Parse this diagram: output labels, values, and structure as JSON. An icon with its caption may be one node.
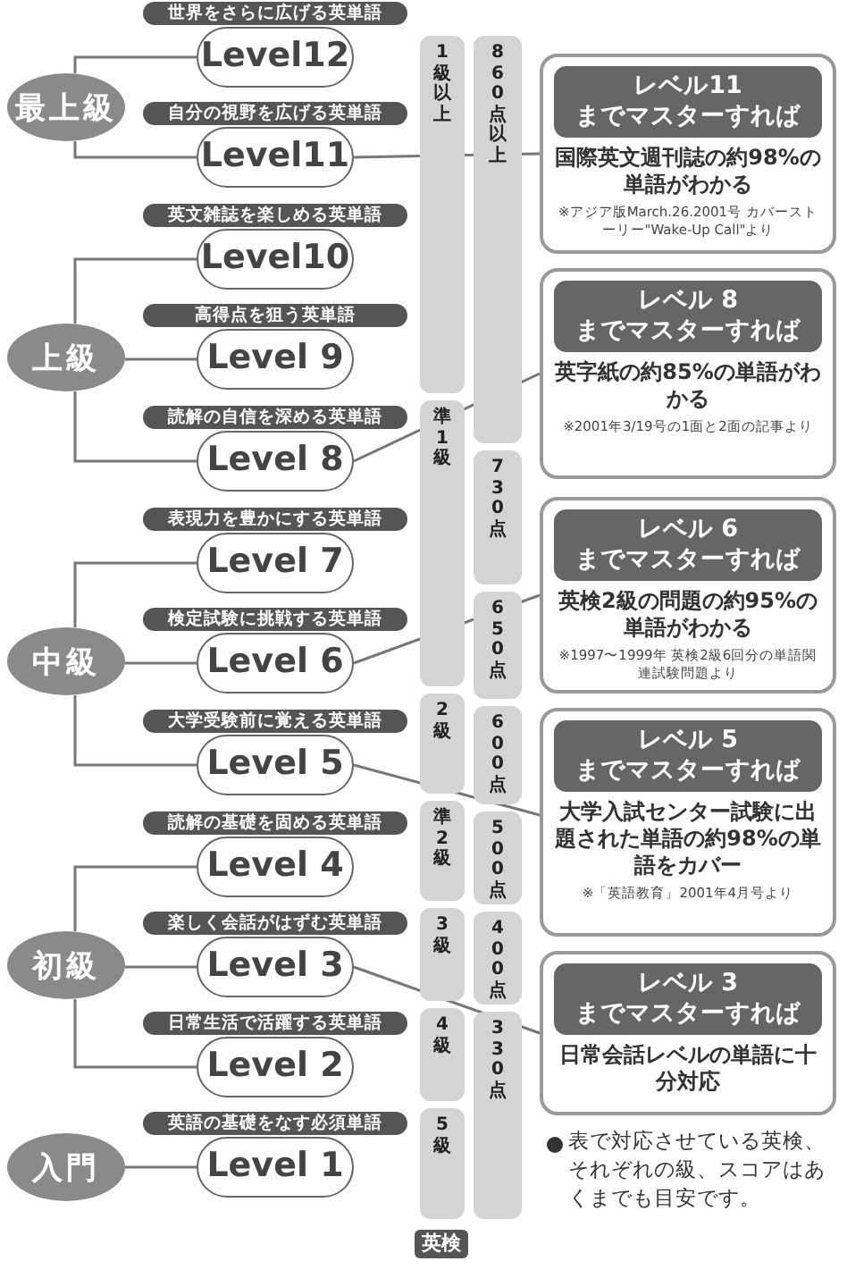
{
  "diagram": {
    "nodes": [
      {
        "text": [
          "最上級"
        ]
      },
      {
        "text": [
          "世界をさらに広げる英単語",
          "Level12"
        ]
      },
      {
        "text": [
          "自分の視野を広げる英単語",
          "Level11"
        ]
      },
      {
        "text": [
          "上級"
        ]
      },
      {
        "text": [
          "英文雑誌を楽しめる英単語",
          "Level10"
        ]
      },
      {
        "text": [
          "高得点を狙う英単語",
          "Level 9"
        ]
      },
      {
        "text": [
          "読解の自信を深める英単語",
          "Level 8"
        ]
      },
      {
        "text": [
          "中級"
        ]
      },
      {
        "text": [
          "表現力を豊かにする英単語",
          "Level 7"
        ]
      },
      {
        "text": [
          "検定試験に挑戦する英単語",
          "Level 6"
        ]
      },
      {
        "text": [
          "大学受験前に覚える英単語",
          "Level 5"
        ]
      },
      {
        "text": [
          "初級"
        ]
      },
      {
        "text": [
          "読解の基礎を固める英単語",
          "Level 4"
        ]
      },
      {
        "text": [
          "楽しく会話がはずむ英単語",
          "Level 3"
        ]
      },
      {
        "text": [
          "日常生活で活躍する英単語",
          "Level 2"
        ]
      },
      {
        "text": [
          "入門"
        ]
      },
      {
        "text": [
          "英語の基礎をなす必須単語",
          "Level 1"
        ]
      },
      {
        "text": [
          "レベル11 までマスターすれば",
          "国際英文週刊誌の約98%の単語がわかる",
          "※アジア版March.26.2001号 カバーストーリー\"Wake-Up Call\"より"
        ]
      },
      {
        "text": [
          "レベル 8 までマスターすれば",
          "英字紙の約85%の単語がわかる",
          "※2001年3/19号の1面と2面の記事より"
        ]
      },
      {
        "text": [
          "レベル 6 までマスターすれば",
          "英検2級の問題の約95%の単語がわかる",
          "※1997〜1999年 英検2級6回分の単語関連試験問題より"
        ]
      },
      {
        "text": [
          "レベル 5 までマスターすれば",
          "大学入試センター試験に出題された単語の約98%の単語をカバー",
          "※「英語教育」2001年4月号より"
        ]
      },
      {
        "text": [
          "レベル 3 までマスターすれば",
          "日常会話レベルの単語に十分対応"
        ]
      },
      {
        "text": [
          "1級以上"
        ]
      },
      {
        "text": [
          "準1級"
        ]
      },
      {
        "text": [
          "2級"
        ]
      },
      {
        "text": [
          "準2級"
        ]
      },
      {
        "text": [
          "3級"
        ]
      },
      {
        "text": [
          "4級"
        ]
      },
      {
        "text": [
          "5級"
        ]
      },
      {
        "text": [
          "860点以上"
        ]
      },
      {
        "text": [
          "730点"
        ]
      },
      {
        "text": [
          "650点"
        ]
      },
      {
        "text": [
          "600点"
        ]
      },
      {
        "text": [
          "500点"
        ]
      },
      {
        "text": [
          "400点"
        ]
      },
      {
        "text": [
          "330点"
        ]
      }
    ],
    "edges": [
      {
        "from": 0,
        "to": 1,
        "arrow": "none"
      },
      {
        "from": 0,
        "to": 2,
        "arrow": "none"
      },
      {
        "from": 3,
        "to": 4,
        "arrow": "none"
      },
      {
        "from": 3,
        "to": 5,
        "arrow": "none"
      },
      {
        "from": 3,
        "to": 6,
        "arrow": "none"
      },
      {
        "from": 7,
        "to": 8,
        "arrow": "none"
      },
      {
        "from": 7,
        "to": 9,
        "arrow": "none"
      },
      {
        "from": 7,
        "to": 10,
        "arrow": "none"
      },
      {
        "from": 11,
        "to": 12,
        "arrow": "none"
      },
      {
        "from": 11,
        "to": 13,
        "arrow": "none"
      },
      {
        "from": 11,
        "to": 14,
        "arrow": "none"
      },
      {
        "from": 15,
        "to": 16,
        "arrow": "none"
      },
      {
        "from": 2,
        "to": 17,
        "arrow": "none"
      },
      {
        "from": 6,
        "to": 18,
        "arrow": "none"
      },
      {
        "from": 9,
        "to": 19,
        "arrow": "none"
      },
      {
        "from": 10,
        "to": 20,
        "arrow": "none"
      },
      {
        "from": 13,
        "to": 21,
        "arrow": "none"
      }
    ],
    "labels": [
      "英検",
      "表で対応させている英検、それぞれの級、スコアはあくまでも目安です。"
    ]
  }
}
